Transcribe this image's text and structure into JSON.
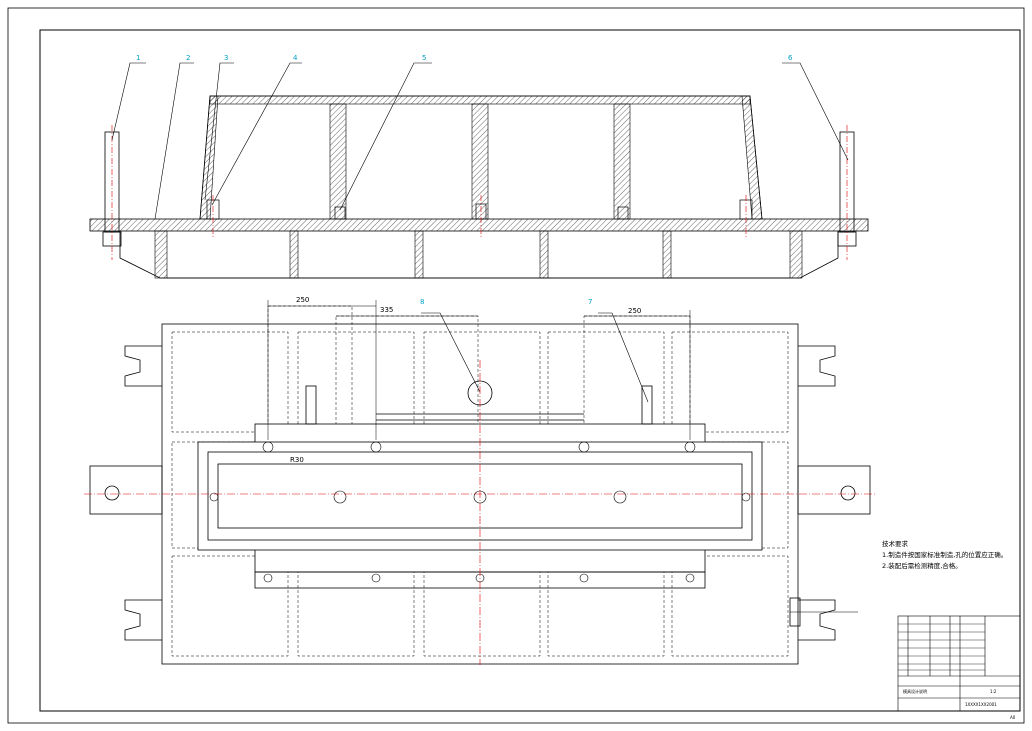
{
  "drawing": {
    "balloons": [
      "1",
      "2",
      "3",
      "4",
      "5",
      "6",
      "7",
      "8"
    ],
    "dimensions": {
      "d1": "250",
      "d2": "335",
      "d3": "250",
      "d4": "R30"
    },
    "notes": {
      "title": "技术要求",
      "line1": "1.制造件按国家标准制造,孔的位置应正确。",
      "line2": "2.装配后需检测精度,合格。"
    },
    "title_block": {
      "company": "模具设计说明",
      "drawing_no": "1XXXX1XX2001",
      "scale": "1:2",
      "sheet": "A0"
    },
    "colors": {
      "line": "#000000",
      "centerline": "#e00000",
      "balloon": "#00a0c8",
      "hatch": "#000000"
    }
  }
}
